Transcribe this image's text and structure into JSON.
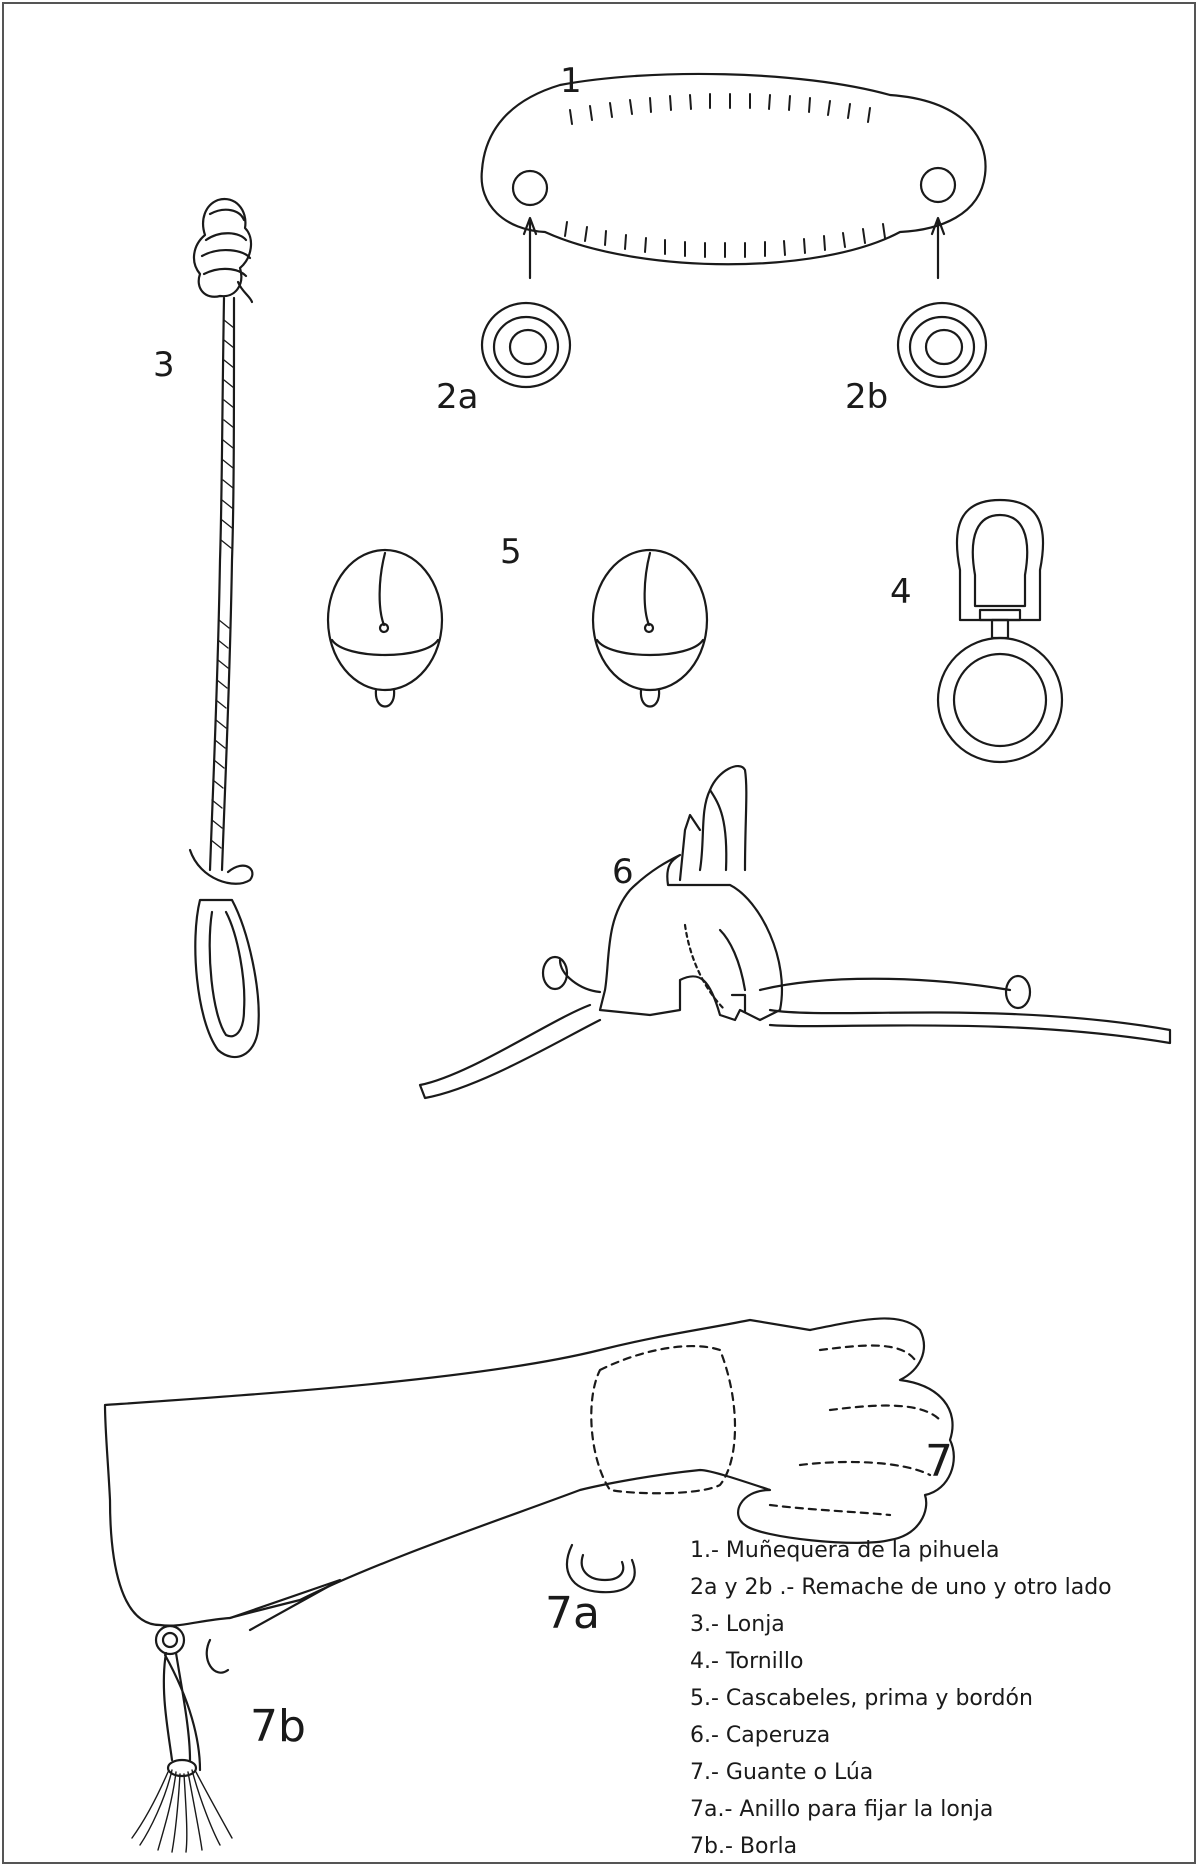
{
  "labels": {
    "l1": "1",
    "l2a": "2a",
    "l2b": "2b",
    "l3": "3",
    "l4": "4",
    "l5": "5",
    "l6": "6",
    "l7": "7",
    "l7a": "7a",
    "l7b": "7b"
  },
  "legend": [
    "1.- Muñequera de la pihuela",
    "2a y 2b .- Remache de uno y otro lado",
    "3.- Lonja",
    "4.- Tornillo",
    "5.- Cascabeles, prima y bordón",
    "6.- Caperuza",
    "7.- Guante o Lúa",
    "7a.- Anillo para fijar la lonja",
    "7b.- Borla"
  ],
  "colors": {
    "ink": "#1a1a1a",
    "border": "#555555",
    "background": "#ffffff"
  }
}
